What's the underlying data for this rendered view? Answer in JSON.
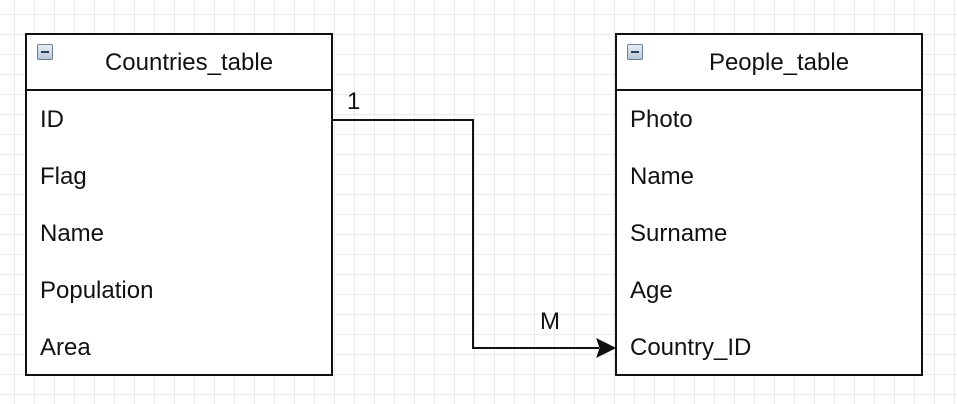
{
  "countries_table": {
    "title": "Countries_table",
    "fields": [
      "ID",
      "Flag",
      "Name",
      "Population",
      "Area"
    ]
  },
  "people_table": {
    "title": "People_table",
    "fields": [
      "Photo",
      "Name",
      "Surname",
      "Age",
      "Country_ID"
    ]
  },
  "relationship": {
    "from": "Countries_table.ID",
    "to": "People_table.Country_ID",
    "source_cardinality": "1",
    "target_cardinality": "M"
  },
  "colors": {
    "stroke": "#111111",
    "grid": "#ebebeb",
    "icon": "#b9c7d8"
  }
}
